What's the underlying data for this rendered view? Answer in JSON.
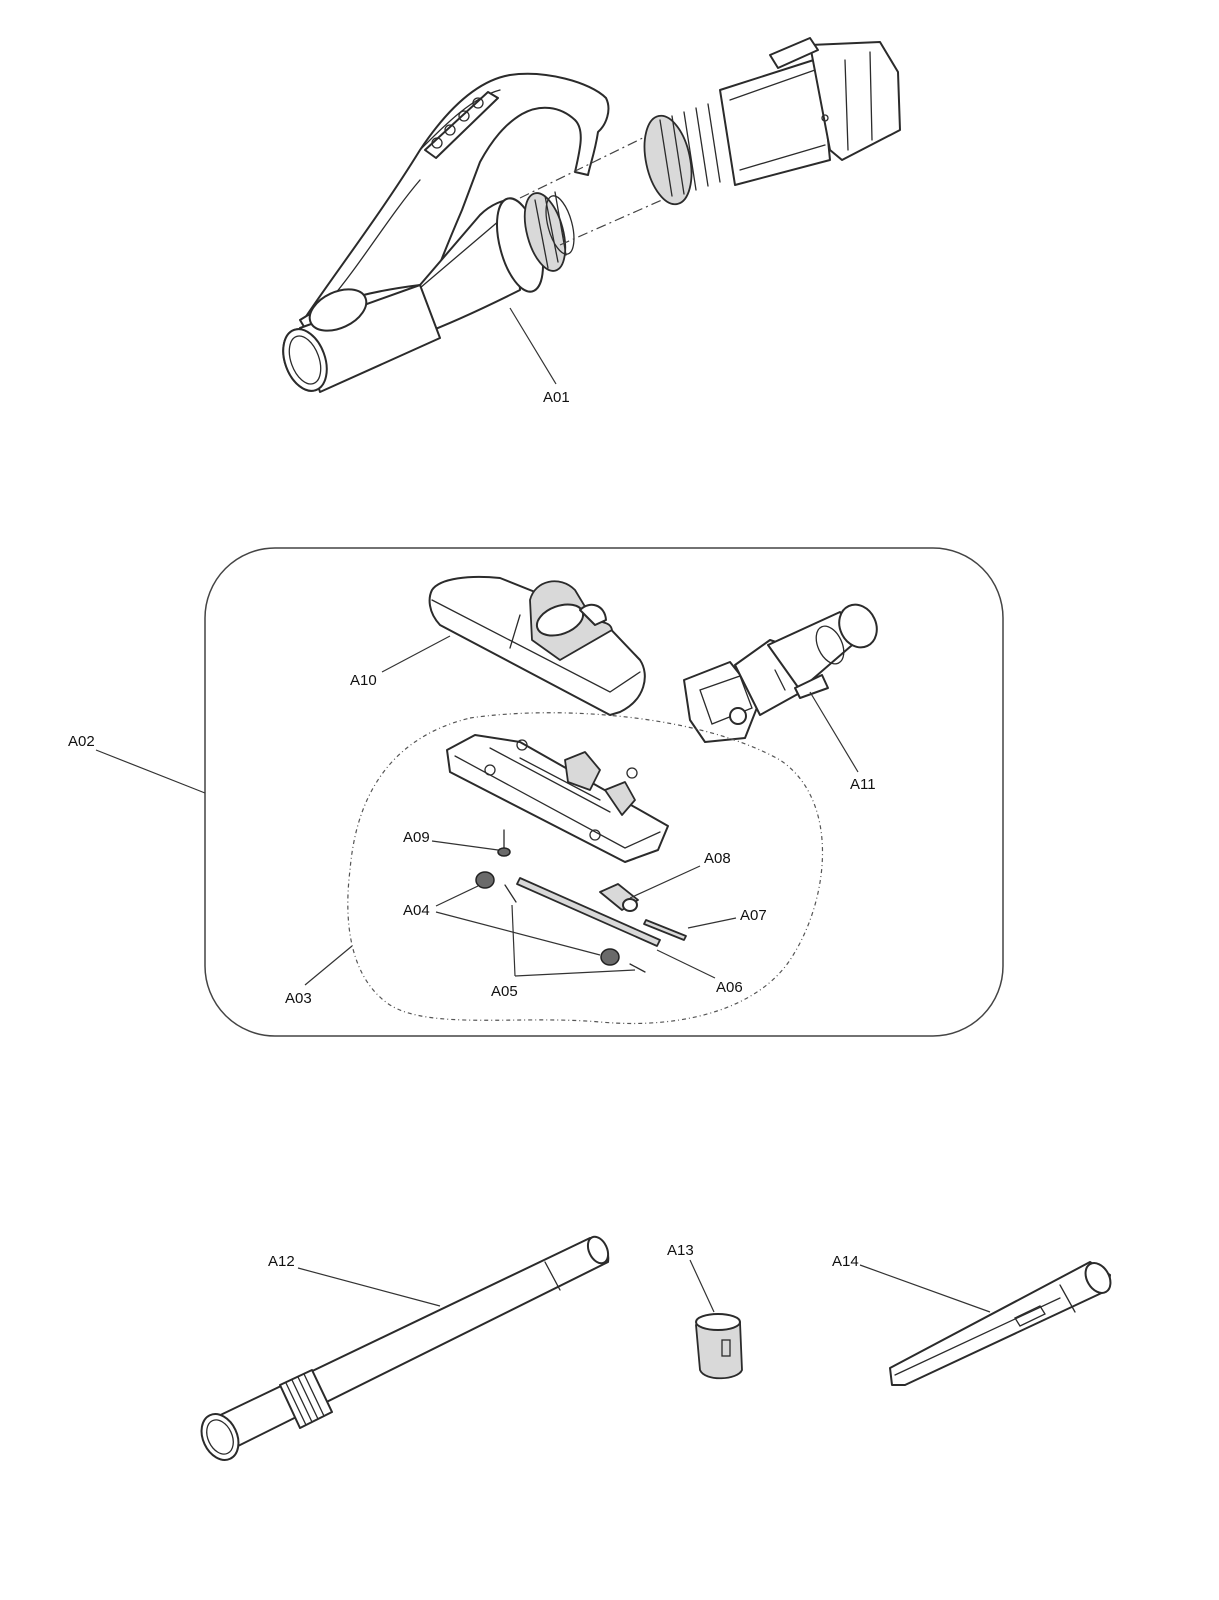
{
  "callouts": {
    "a01": "A01",
    "a02": "A02",
    "a03": "A03",
    "a04": "A04",
    "a05": "A05",
    "a06": "A06",
    "a07": "A07",
    "a08": "A08",
    "a09": "A09",
    "a10": "A10",
    "a11": "A11",
    "a12": "A12",
    "a13": "A13",
    "a14": "A14"
  }
}
